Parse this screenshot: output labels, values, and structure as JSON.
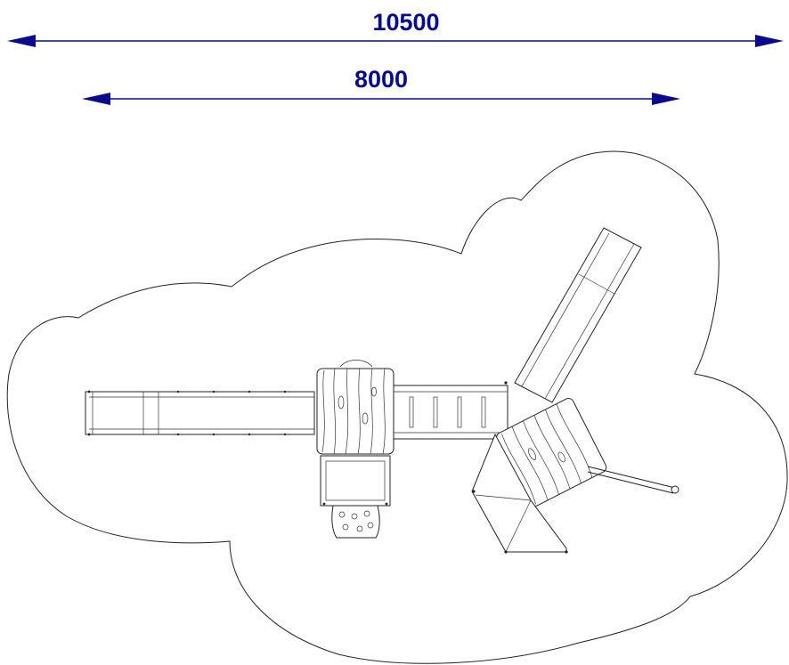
{
  "dimensions": {
    "overall": {
      "label": "10500",
      "value_mm": 10500
    },
    "inner": {
      "label": "8000",
      "value_mm": 8000
    }
  },
  "colors": {
    "dimension": "#0a0a8c",
    "outline": "#222222",
    "background": "#ffffff"
  }
}
